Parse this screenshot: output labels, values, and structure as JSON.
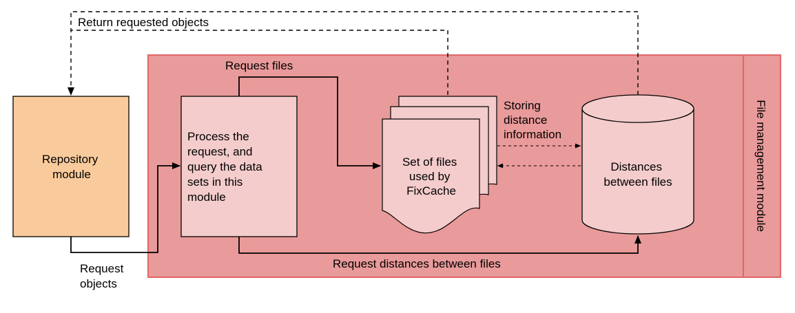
{
  "nodes": {
    "repository": {
      "lines": [
        "Repository",
        "module"
      ]
    },
    "process": {
      "lines": [
        "Process the",
        "request, and",
        "query the data",
        "sets in this",
        "module"
      ]
    },
    "files": {
      "lines": [
        "Set of files",
        "used by",
        "FixCache"
      ]
    },
    "distances": {
      "lines": [
        "Distances",
        "between files"
      ]
    },
    "module_label": "File management module"
  },
  "edges": {
    "return_requested": "Return requested objects",
    "request_files": "Request files",
    "request_objects": [
      "Request",
      "objects"
    ],
    "storing": [
      "Storing",
      "distance",
      "information"
    ],
    "request_distances": "Request distances between files"
  },
  "colors": {
    "module_fill": "#e99a9a",
    "module_border": "#e06666",
    "box_fill": "#f4cccc",
    "repository_fill": "#f9cb9c",
    "stroke": "#000000"
  }
}
